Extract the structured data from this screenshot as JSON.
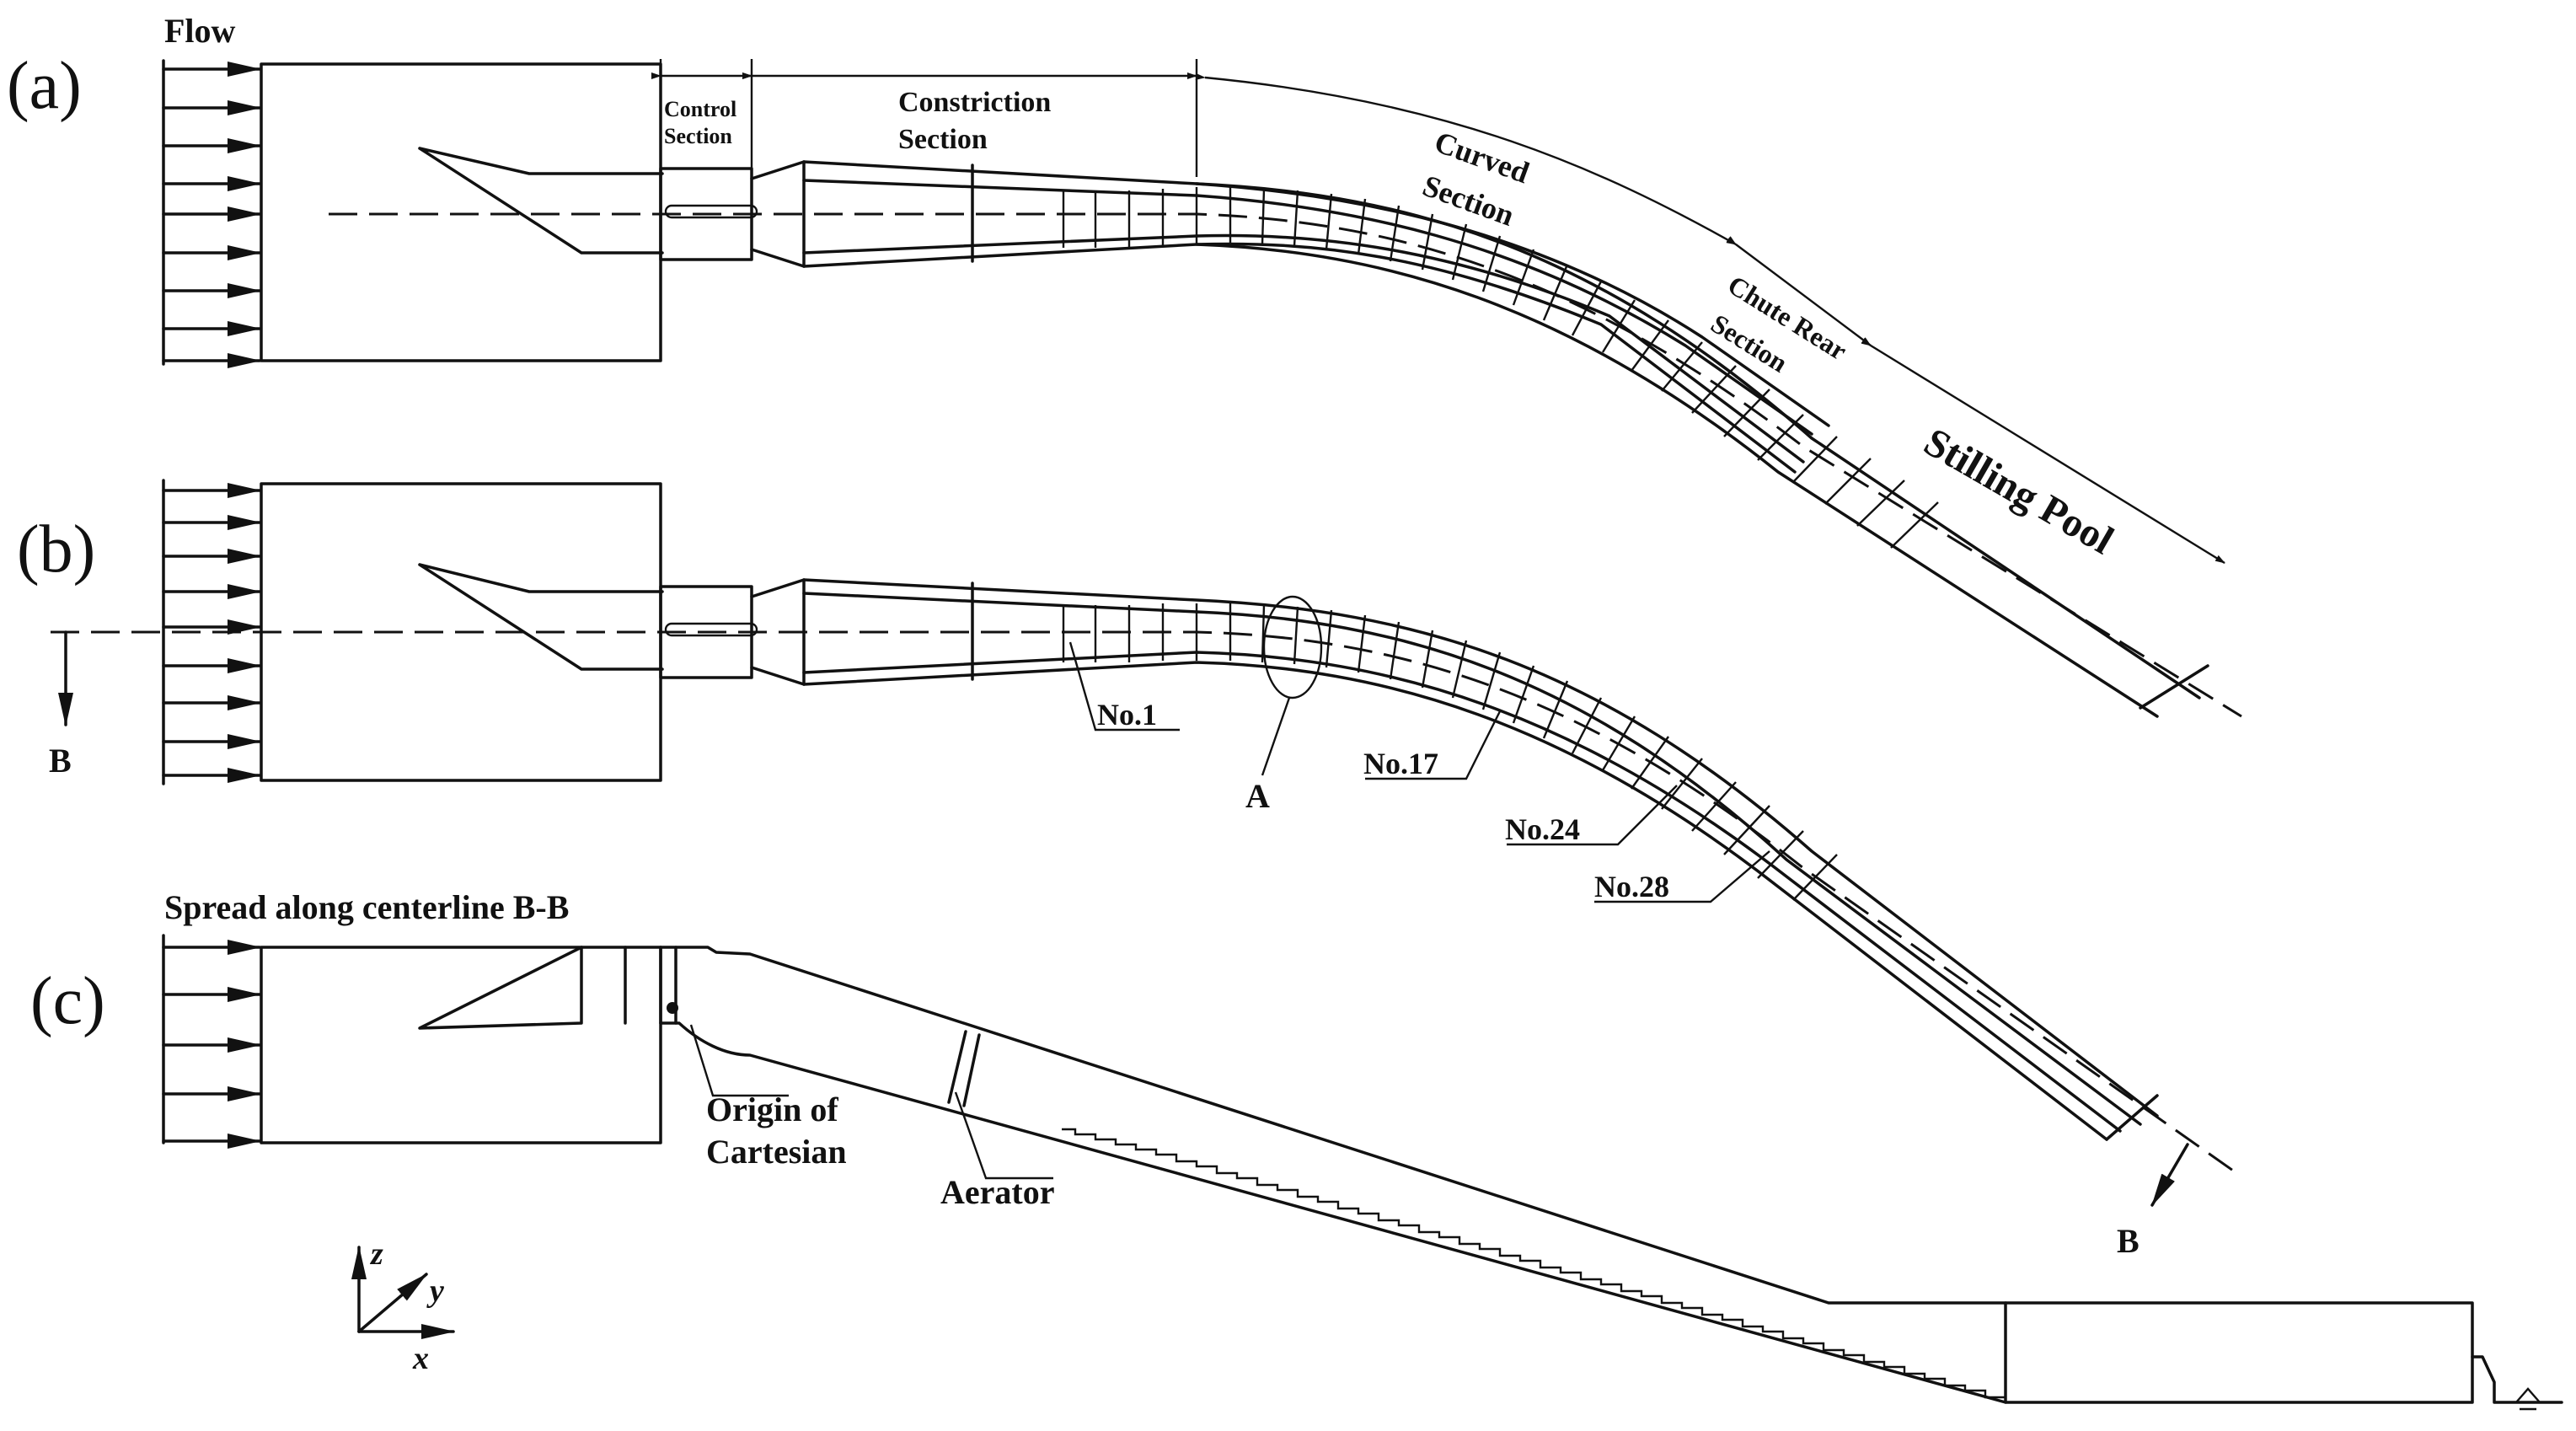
{
  "panels": {
    "a": "(a)",
    "b": "(b)",
    "c": "(c)"
  },
  "labels": {
    "flow": "Flow",
    "control_section": [
      "Control",
      "Section"
    ],
    "constriction_section": [
      "Constriction",
      "Section"
    ],
    "curved_section": [
      "Curved",
      "Section"
    ],
    "chute_rear_section": [
      "Chute Rear",
      "Section"
    ],
    "stilling_pool": "Stilling Pool",
    "spread_along": "Spread along centerline B-B",
    "origin": [
      "Origin of",
      "Cartesian"
    ],
    "aerator": "Aerator"
  },
  "markers": {
    "no1": "No.1",
    "no17": "No.17",
    "no24": "No.24",
    "no28": "No.28",
    "a": "A",
    "b_left": "B",
    "b_right": "B"
  },
  "axes": {
    "z": "z",
    "y": "y",
    "x": "x"
  }
}
